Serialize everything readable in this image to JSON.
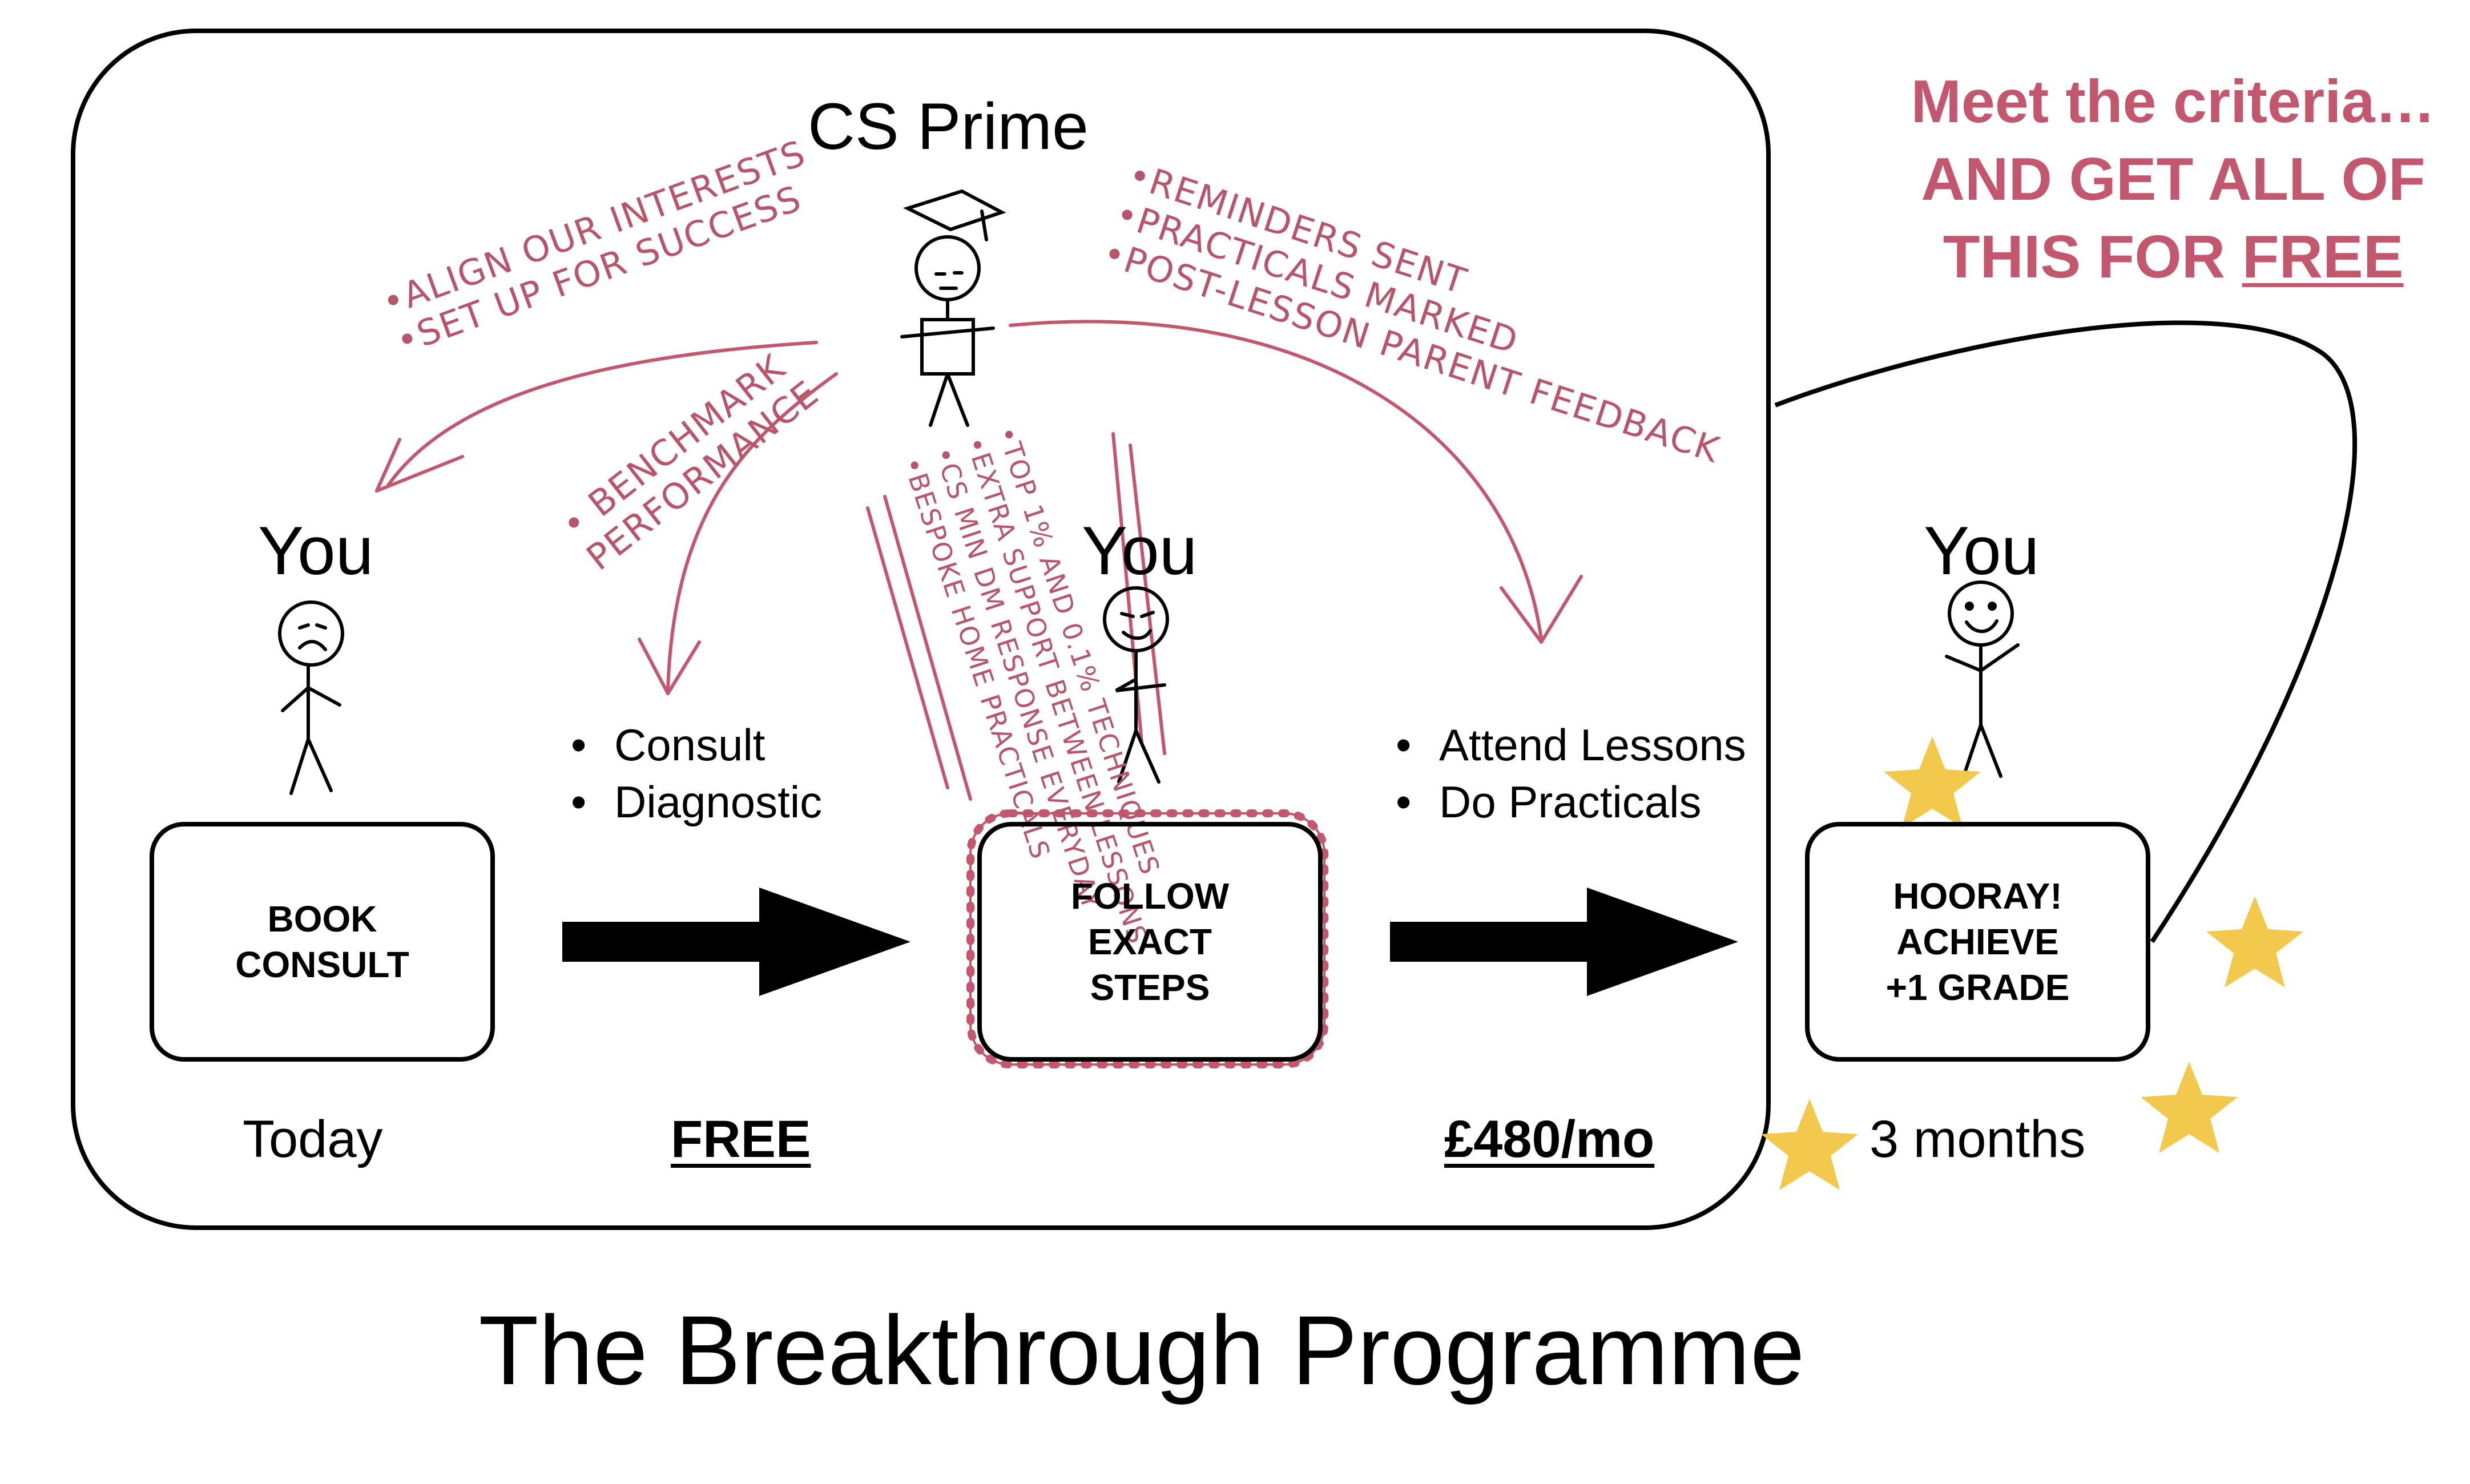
{
  "title": "The Breakthrough Programme",
  "cs_prime": "CS Prime",
  "offer": {
    "line1": "Meet the criteria…",
    "line2": "AND GET ALL OF",
    "line3_prefix": "THIS FOR ",
    "line3_free": "FREE"
  },
  "stages": [
    {
      "you": "You",
      "box": [
        "BOOK",
        "CONSULT"
      ],
      "below": "Today"
    },
    {
      "you": "You",
      "box": [
        "FOLLOW",
        "EXACT",
        "STEPS"
      ],
      "below": "3 months"
    },
    {
      "you": "You",
      "box": [
        "HOORAY!",
        "ACHIEVE",
        "+1 GRADE"
      ]
    }
  ],
  "arrow1": {
    "bullets": [
      "Consult",
      "Diagnostic"
    ],
    "price": "FREE"
  },
  "arrow2": {
    "bullets": [
      "Attend Lessons",
      "Do Practicals"
    ],
    "price": "£480/mo"
  },
  "notes": {
    "left": [
      "•ALIGN OUR INTERESTS",
      "•SET UP FOR SUCCESS"
    ],
    "benchmark": [
      "• BENCHMARK",
      "PERFORMANCE"
    ],
    "right": [
      "•REMINDERS SENT",
      "•PRACTICALS MARKED",
      "•POST-LESSON PARENT FEEDBACK"
    ],
    "vertical": [
      "•TOP 1% AND 0.1% TECHNIQUES",
      "•EXTRA SUPPORT BETWEEN LESSONS",
      "•CS MIN DM RESPONSE EVERYDAY",
      "•BESPOKE HOME PRACTICALS"
    ]
  },
  "colors": {
    "accent": "#c2576e",
    "ink": "#b8556a",
    "star": "#f2c94c"
  }
}
